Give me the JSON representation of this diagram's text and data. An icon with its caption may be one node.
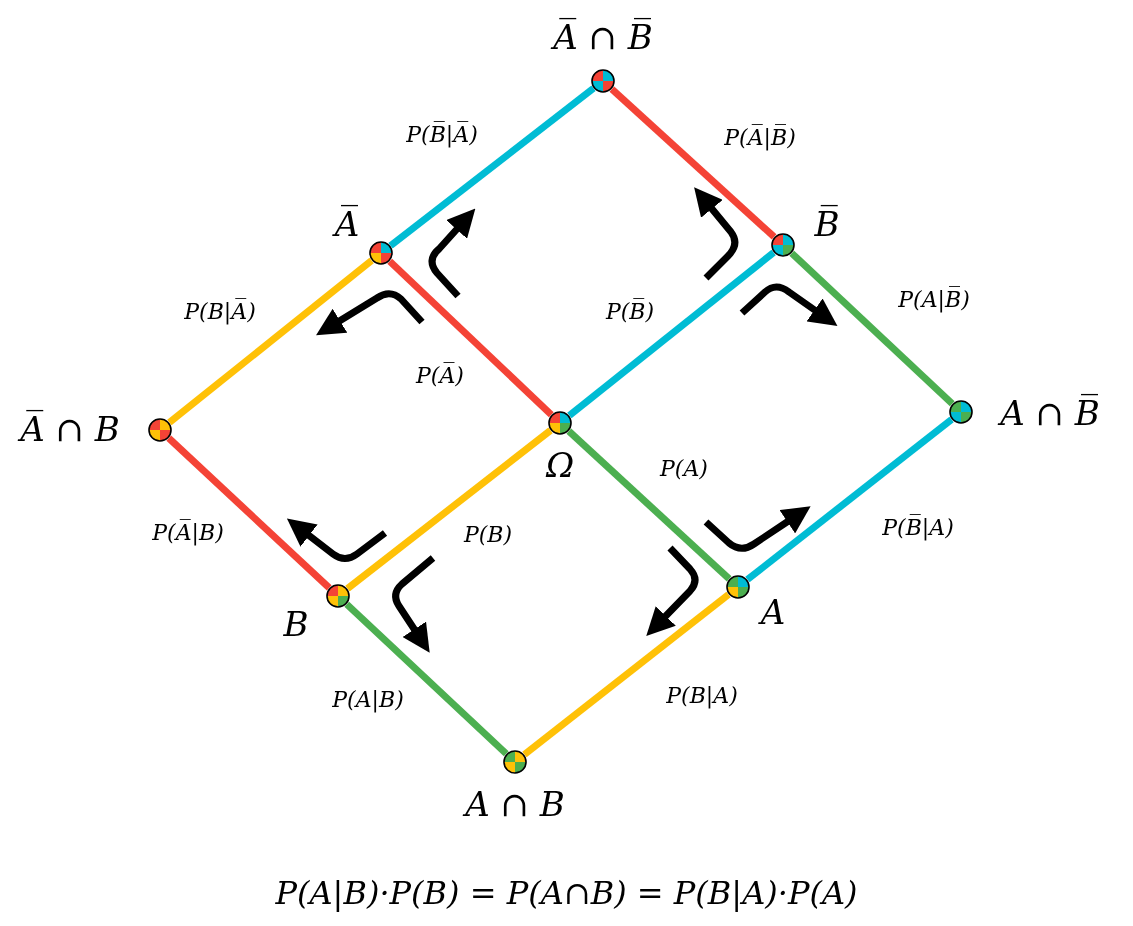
{
  "diagram": {
    "caption": "P(A|B)·P(B) = P(A∩B) = P(B|A)·P(A)",
    "nodes": [
      {
        "text": [],
        "shape": "circle",
        "beside": [
          "A̅ ∩ B̅"
        ]
      },
      {
        "text": [],
        "shape": "circle",
        "beside": [
          "A̅"
        ]
      },
      {
        "text": [],
        "shape": "circle",
        "beside": [
          "B̅"
        ]
      },
      {
        "text": [],
        "shape": "circle",
        "beside": [
          "A̅ ∩ B"
        ]
      },
      {
        "text": [],
        "shape": "circle",
        "beside": [
          "Ω"
        ]
      },
      {
        "text": [],
        "shape": "circle",
        "beside": [
          "A ∩ B̅"
        ]
      },
      {
        "text": [],
        "shape": "circle",
        "beside": [
          "B"
        ]
      },
      {
        "text": [],
        "shape": "circle",
        "beside": [
          "A"
        ]
      },
      {
        "text": [],
        "shape": "circle",
        "beside": [
          "A ∩ B"
        ]
      }
    ],
    "edges": [
      {
        "from": 4,
        "to": 1,
        "arrow": "none",
        "label": "P(A̅)",
        "color": "#f44336"
      },
      {
        "from": 4,
        "to": 2,
        "arrow": "none",
        "label": "P(B̅)",
        "color": "#00bcd4"
      },
      {
        "from": 4,
        "to": 6,
        "arrow": "none",
        "label": "P(B)",
        "color": "#ffc107"
      },
      {
        "from": 4,
        "to": 7,
        "arrow": "none",
        "label": "P(A)",
        "color": "#4caf50"
      },
      {
        "from": 1,
        "to": 0,
        "arrow": "none",
        "label": "P(B̅|A̅)",
        "color": "#00bcd4"
      },
      {
        "from": 1,
        "to": 3,
        "arrow": "none",
        "label": "P(B|A̅)",
        "color": "#ffc107"
      },
      {
        "from": 2,
        "to": 0,
        "arrow": "none",
        "label": "P(A̅|B̅)",
        "color": "#f44336"
      },
      {
        "from": 2,
        "to": 5,
        "arrow": "none",
        "label": "P(A|B̅)",
        "color": "#4caf50"
      },
      {
        "from": 7,
        "to": 5,
        "arrow": "none",
        "label": "P(B̅|A)",
        "color": "#00bcd4"
      },
      {
        "from": 7,
        "to": 8,
        "arrow": "none",
        "label": "P(B|A)",
        "color": "#ffc107"
      },
      {
        "from": 6,
        "to": 3,
        "arrow": "none",
        "label": "P(A̅|B)",
        "color": "#f44336"
      },
      {
        "from": 6,
        "to": 8,
        "arrow": "none",
        "label": "P(A|B)",
        "color": "#4caf50"
      }
    ]
  }
}
